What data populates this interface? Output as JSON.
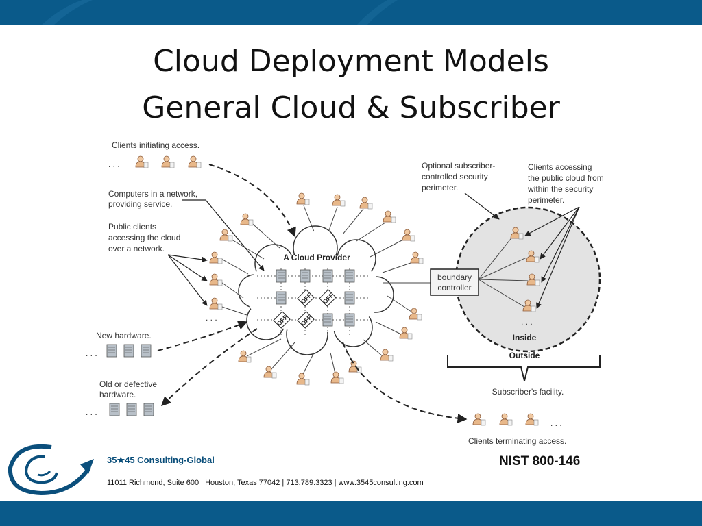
{
  "slide": {
    "title_line1": "Cloud Deployment Models",
    "title_line2": "General Cloud & Subscriber"
  },
  "diagram": {
    "clients_initiating": "Clients initiating access.",
    "computers_line1": "Computers in a network,",
    "computers_line2": "providing service.",
    "public_line1": "Public clients",
    "public_line2": "accessing the cloud",
    "public_line3": "over a network.",
    "new_hardware": "New hardware.",
    "old_line1": "Old or defective",
    "old_line2": "hardware.",
    "cloud_provider": "A Cloud Provider",
    "off_label": "OFF",
    "boundary_line1": "boundary",
    "boundary_line2": "controller",
    "optional_line1": "Optional subscriber-",
    "optional_line2": "controlled security",
    "optional_line3": "perimeter.",
    "clients_accessing_line1": "Clients accessing",
    "clients_accessing_line2": "the public cloud from",
    "clients_accessing_line3": "within the security",
    "clients_accessing_line4": "perimeter.",
    "inside": "Inside",
    "outside": "Outside",
    "subscriber_facility": "Subscriber's facility.",
    "clients_terminating": "Clients terminating access.",
    "ellipsis": ". . ."
  },
  "footer": {
    "company": "35★45 Consulting-Global",
    "address": "11011 Richmond, Suite 600 | Houston, Texas 77042 | 713.789.3323 | www.3545consulting.com",
    "reference": "NIST 800-146"
  },
  "colors": {
    "band": "#0a5a8a",
    "logo": "#0b4f7c"
  }
}
